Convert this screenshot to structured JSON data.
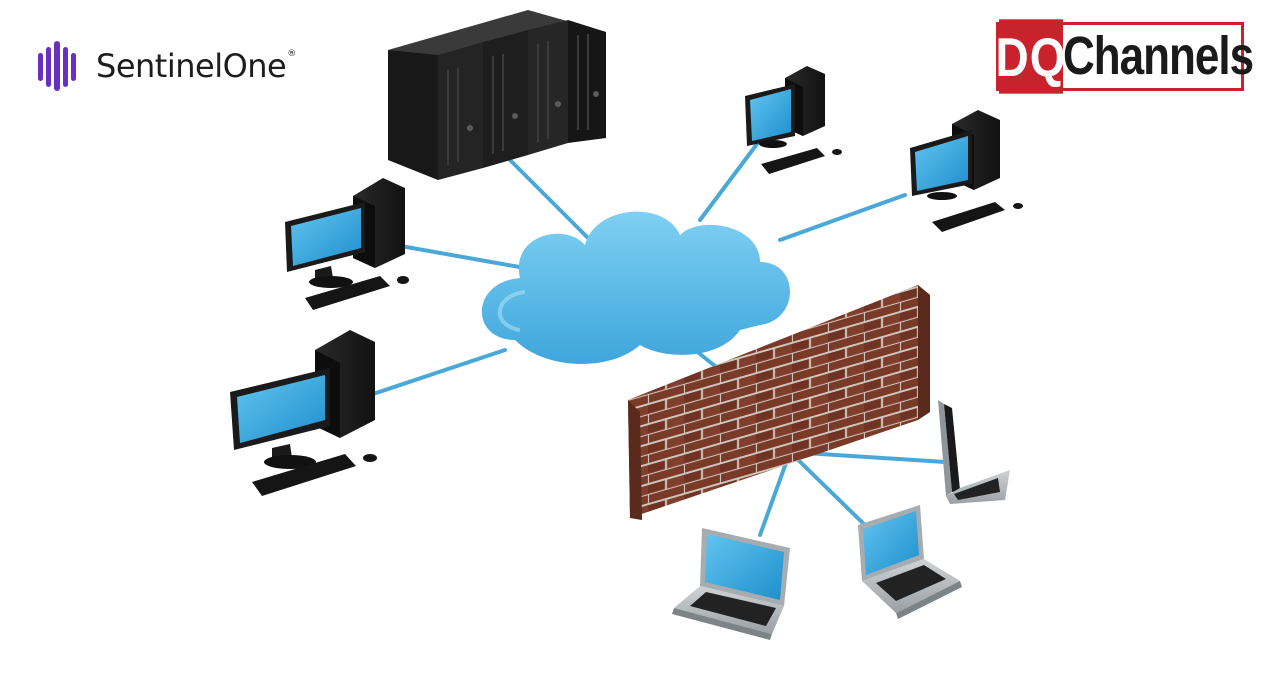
{
  "logos": {
    "left": {
      "name": "SentinelOne",
      "mark": "trademark"
    },
    "right": {
      "prefix": "DQ",
      "name": "Channels"
    }
  },
  "diagram": {
    "hub": "cloud",
    "nodes": [
      {
        "id": "server-rack",
        "kind": "server"
      },
      {
        "id": "desktop-left-upper",
        "kind": "desktop"
      },
      {
        "id": "desktop-left-lower",
        "kind": "desktop"
      },
      {
        "id": "desktop-top-right",
        "kind": "desktop"
      },
      {
        "id": "desktop-right",
        "kind": "desktop"
      },
      {
        "id": "firewall",
        "kind": "brick-wall"
      },
      {
        "id": "laptop-right",
        "kind": "laptop"
      },
      {
        "id": "laptop-bottom-mid",
        "kind": "laptop"
      },
      {
        "id": "laptop-bottom-left",
        "kind": "laptop"
      }
    ]
  },
  "colors": {
    "cloud": "#5bbbe8",
    "link": "#4aa8d8",
    "screen": "#3aa8e0",
    "brick": "#7a3b2a",
    "accent_purple": "#6b2fbf",
    "dq_red": "#c8232c"
  }
}
